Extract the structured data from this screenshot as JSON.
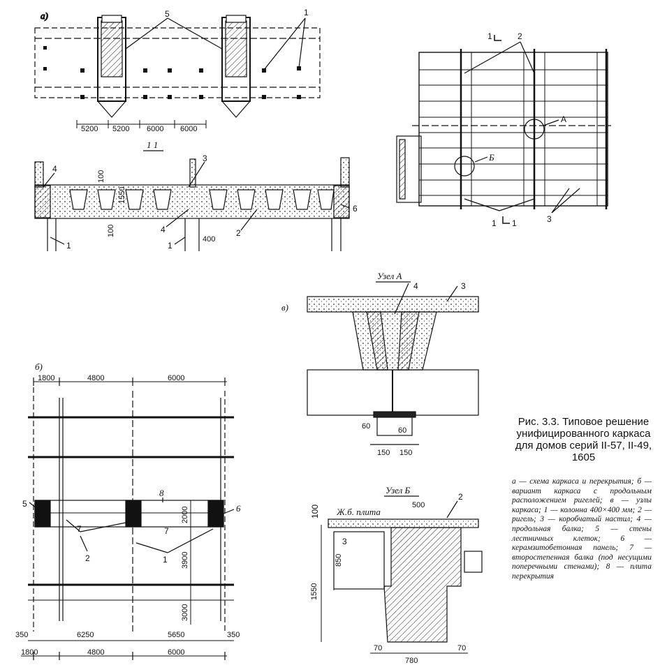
{
  "panel_a": {
    "letter": "а)",
    "callouts": [
      "5",
      "1"
    ],
    "dims": [
      "5200",
      "5200",
      "6000",
      "6000"
    ],
    "section_title": "1 1",
    "section_callouts": [
      "4",
      "3",
      "1",
      "4",
      "1",
      "2",
      "6"
    ],
    "section_dims": [
      "100",
      "1550",
      "100",
      "400"
    ]
  },
  "panel_plan": {
    "section_mark_top": "1",
    "section_mark_bottom": "1",
    "callouts": [
      "2",
      "А",
      "Б",
      "1",
      "3"
    ]
  },
  "panel_v": {
    "letter": "в)",
    "node_a_title": "Узел А",
    "node_a_callouts": [
      "4",
      "3"
    ],
    "node_a_dims": [
      "60",
      "60",
      "150",
      "150"
    ],
    "node_b_title": "Узел Б",
    "node_b_plate": "Ж.б. плита",
    "node_b_callouts": [
      "3",
      "2"
    ],
    "node_b_dims": [
      "100",
      "500",
      "850",
      "1550",
      "70",
      "780",
      "70"
    ]
  },
  "panel_b": {
    "letter": "б)",
    "top_dims": [
      "1800",
      "4800",
      "6000"
    ],
    "callouts": [
      "5",
      "8",
      "6",
      "7",
      "7",
      "2",
      "1"
    ],
    "side_dims": [
      "2000",
      "3900",
      "3000"
    ],
    "bottom_dims_1": [
      "350",
      "6250",
      "5650",
      "350"
    ],
    "bottom_dims_2": [
      "1800",
      "4800",
      "6000"
    ]
  },
  "caption": {
    "title": "Рис. 3.3. Типовое решение унифицированного каркаса для домов серий II-57, II-49, 1605",
    "legend": "а — схема каркаса и перекрытия; б — вариант каркаса с продольным расположением ригелей; в — узлы каркаса; 1 — колонна 400×400 мм; 2 — ригель; 3 — коробчатый настил; 4 — продольная балка; 5 — стены лестничных клеток; 6 — керамзитобетонная панель; 7 — второстепенная балка (под несущими поперечными стенами); 8 — плита перекрытия"
  }
}
